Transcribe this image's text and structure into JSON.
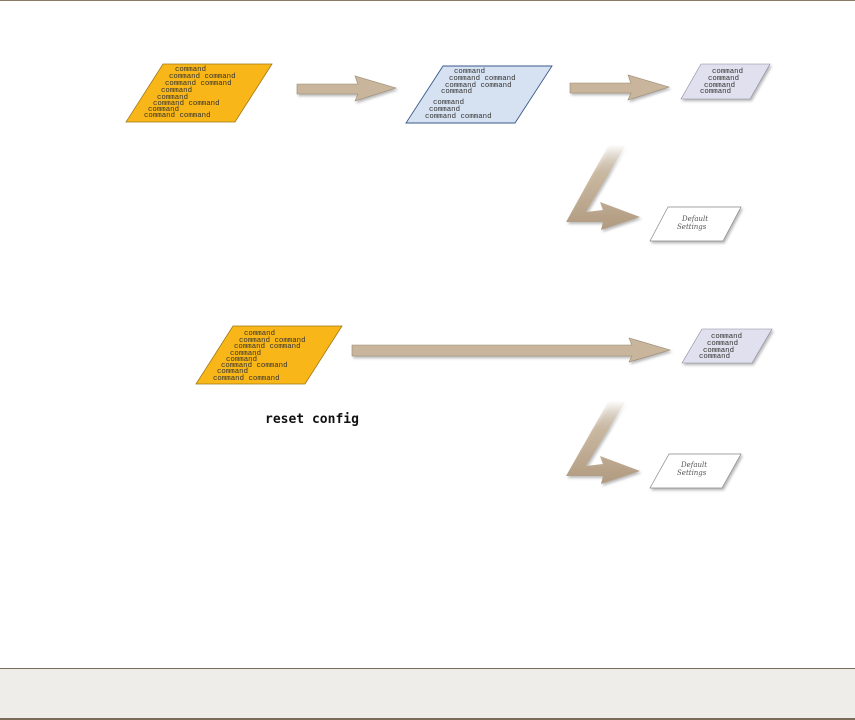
{
  "flow1": {
    "source_lines": [
      "command",
      "command command",
      "command command",
      "command",
      "command",
      "command command",
      "command",
      "command command"
    ],
    "middle_lines": [
      "command",
      "command command",
      "command command",
      "command",
      "command",
      "command",
      "command command"
    ],
    "target_lines": [
      "command",
      "command",
      "command",
      "command"
    ],
    "default_lines": [
      "Default",
      "Settings"
    ]
  },
  "flow2": {
    "source_lines": [
      "command",
      "command command",
      "command command",
      "command",
      "command",
      "command command",
      "command",
      "command command"
    ],
    "target_lines": [
      "command",
      "command",
      "command",
      "command"
    ],
    "default_lines": [
      "Default",
      "Settings"
    ],
    "caption": "reset config"
  },
  "colors": {
    "source_fill": "#f8b618",
    "middle_fill": "#d6e2f2",
    "target_fill": "#e0e0ee",
    "default_fill": "#ffffff",
    "arrow_fill": "#c8b59b",
    "footer_bg": "#efedea"
  }
}
